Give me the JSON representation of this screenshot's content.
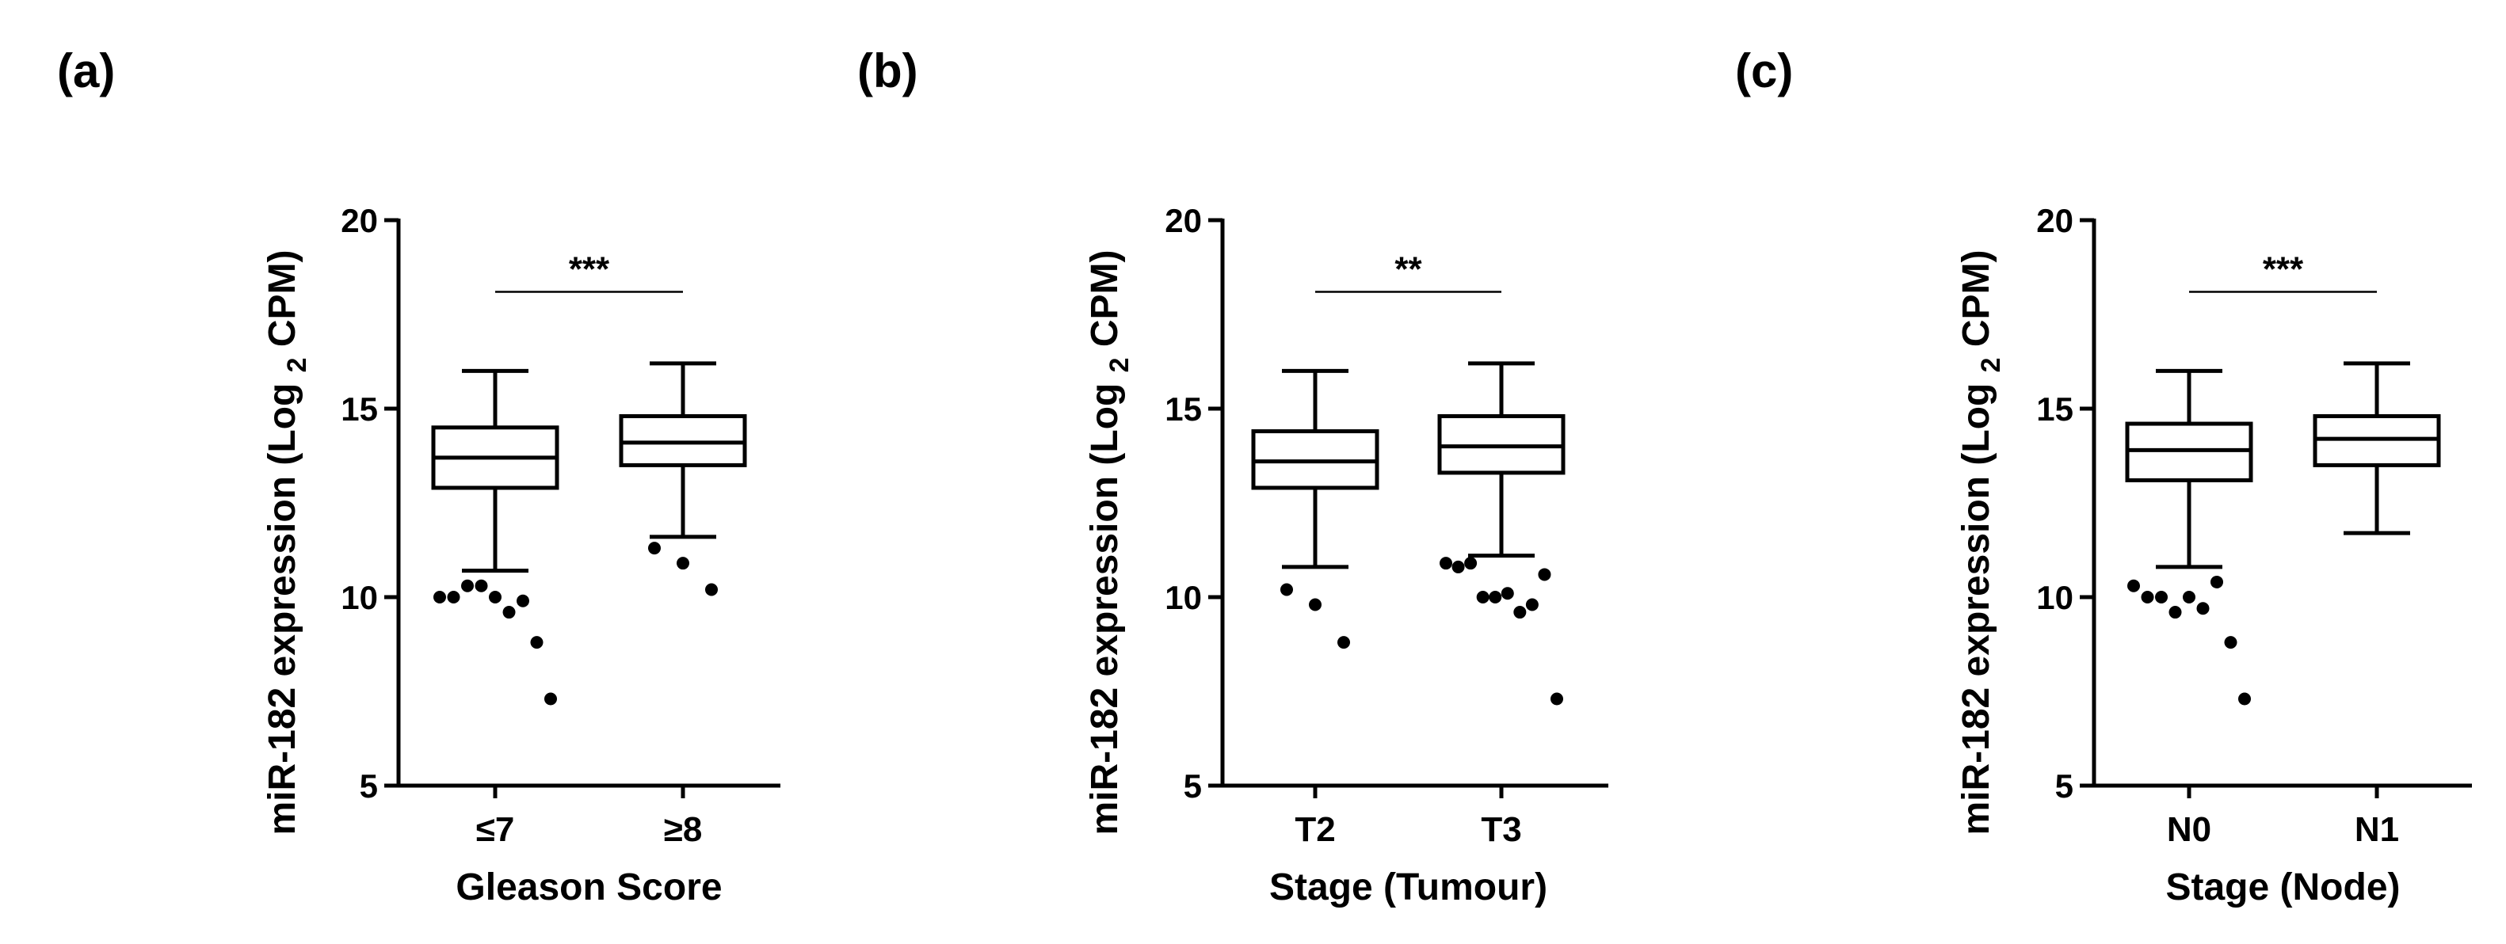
{
  "chart_data": [
    {
      "panel": "(a)",
      "type": "box",
      "xlabel": "Gleason Score",
      "ylabel": "miR-182 expression (Log 2 CPM)",
      "ylabel_parts": [
        "miR-182 expression (Log ",
        "2",
        " CPM)"
      ],
      "ylim": [
        5,
        20
      ],
      "yticks": [
        "5",
        "10",
        "15",
        "20"
      ],
      "categories": [
        "≤7",
        "≥8"
      ],
      "boxes": [
        {
          "whisker_low": 10.7,
          "q1": 12.9,
          "median": 13.7,
          "q3": 14.5,
          "whisker_high": 16.0,
          "outliers": [
            10.0,
            10.0,
            10.3,
            10.3,
            10.0,
            9.6,
            9.9,
            8.8,
            7.3
          ]
        },
        {
          "whisker_low": 11.6,
          "q1": 13.5,
          "median": 14.1,
          "q3": 14.8,
          "whisker_high": 16.2,
          "outliers": [
            11.3,
            10.9,
            10.2
          ]
        }
      ],
      "significance": "***",
      "grid": false
    },
    {
      "panel": "(b)",
      "type": "box",
      "xlabel": "Stage (Tumour)",
      "ylabel": "miR-182 expression (Log 2 CPM)",
      "ylabel_parts": [
        "miR-182 expression (Log ",
        "2",
        " CPM)"
      ],
      "ylim": [
        5,
        20
      ],
      "yticks": [
        "5",
        "10",
        "15",
        "20"
      ],
      "categories": [
        "T2",
        "T3"
      ],
      "boxes": [
        {
          "whisker_low": 10.8,
          "q1": 12.9,
          "median": 13.6,
          "q3": 14.4,
          "whisker_high": 16.0,
          "outliers": [
            10.2,
            9.8,
            8.8
          ]
        },
        {
          "whisker_low": 11.1,
          "q1": 13.3,
          "median": 14.0,
          "q3": 14.8,
          "whisker_high": 16.2,
          "outliers": [
            10.9,
            10.8,
            10.9,
            10.0,
            10.0,
            10.1,
            9.6,
            9.8,
            10.6,
            7.3
          ]
        }
      ],
      "significance": "**",
      "grid": false
    },
    {
      "panel": "(c)",
      "type": "box",
      "xlabel": "Stage (Node)",
      "ylabel": "miR-182 expression (Log 2 CPM)",
      "ylabel_parts": [
        "miR-182 expression (Log ",
        "2",
        " CPM)"
      ],
      "ylim": [
        5,
        20
      ],
      "yticks": [
        "5",
        "10",
        "15",
        "20"
      ],
      "categories": [
        "N0",
        "N1"
      ],
      "boxes": [
        {
          "whisker_low": 10.8,
          "q1": 13.1,
          "median": 13.9,
          "q3": 14.6,
          "whisker_high": 16.0,
          "outliers": [
            10.3,
            10.0,
            10.0,
            9.6,
            10.0,
            9.7,
            10.4,
            8.8,
            7.3
          ]
        },
        {
          "whisker_low": 11.7,
          "q1": 13.5,
          "median": 14.2,
          "q3": 14.8,
          "whisker_high": 16.2,
          "outliers": []
        }
      ],
      "significance": "***",
      "grid": false
    }
  ]
}
